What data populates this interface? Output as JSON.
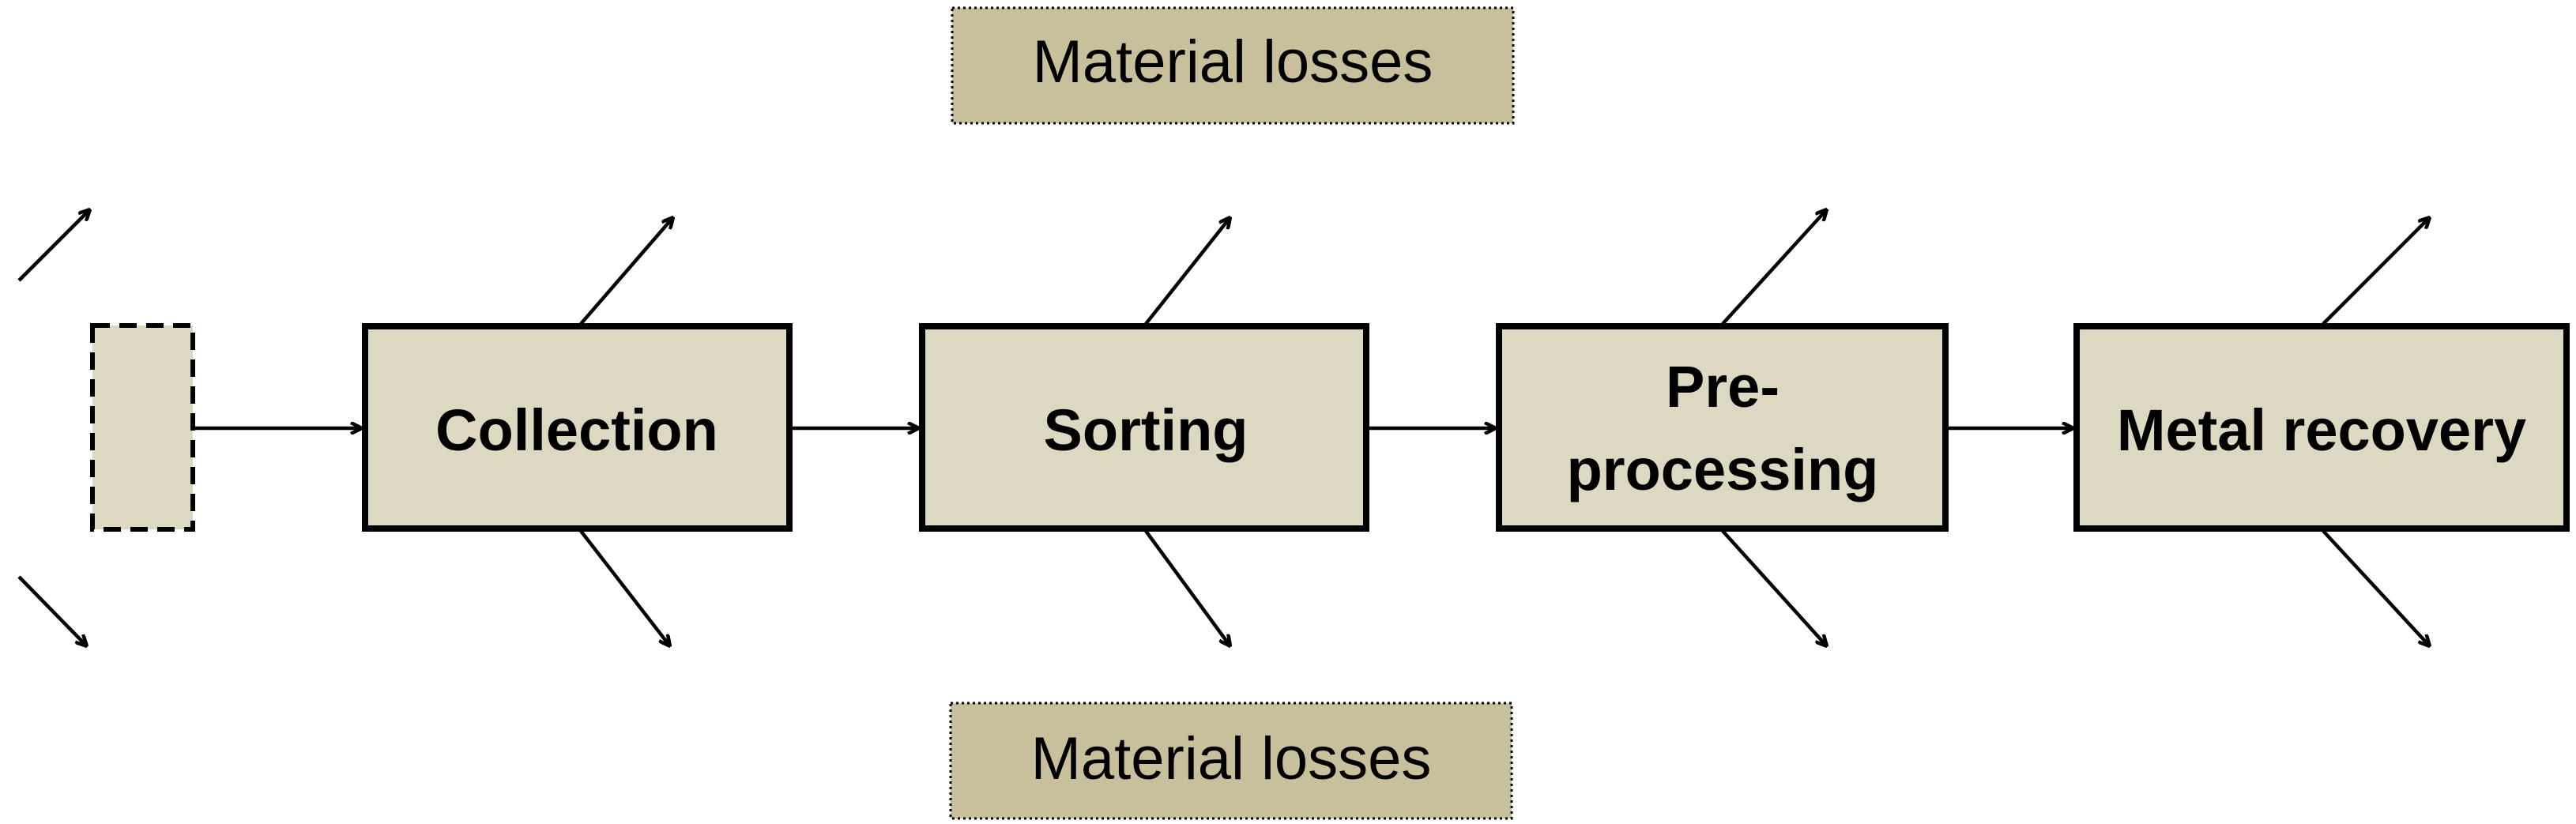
{
  "colors": {
    "process_fill": "#dcd8c2",
    "loss_fill": "#c8bf9c",
    "stroke": "#000000",
    "background": "#ffffff"
  },
  "losses": {
    "top_label": "Material losses",
    "bottom_label": "Material losses"
  },
  "source_box": {
    "style": "dashed",
    "label": ""
  },
  "steps": [
    {
      "id": "collection",
      "lines": [
        "Collection"
      ]
    },
    {
      "id": "sorting",
      "lines": [
        "Sorting"
      ]
    },
    {
      "id": "pre-processing",
      "lines": [
        "Pre-",
        "processing"
      ]
    },
    {
      "id": "metal-recovery",
      "lines": [
        "Metal recovery"
      ]
    }
  ],
  "flow": {
    "direction": "left-to-right",
    "connections": [
      [
        "source",
        "collection"
      ],
      [
        "collection",
        "sorting"
      ],
      [
        "sorting",
        "pre-processing"
      ],
      [
        "pre-processing",
        "metal-recovery"
      ]
    ],
    "loss_arrows_per_step": [
      "up-right",
      "down-right"
    ]
  }
}
